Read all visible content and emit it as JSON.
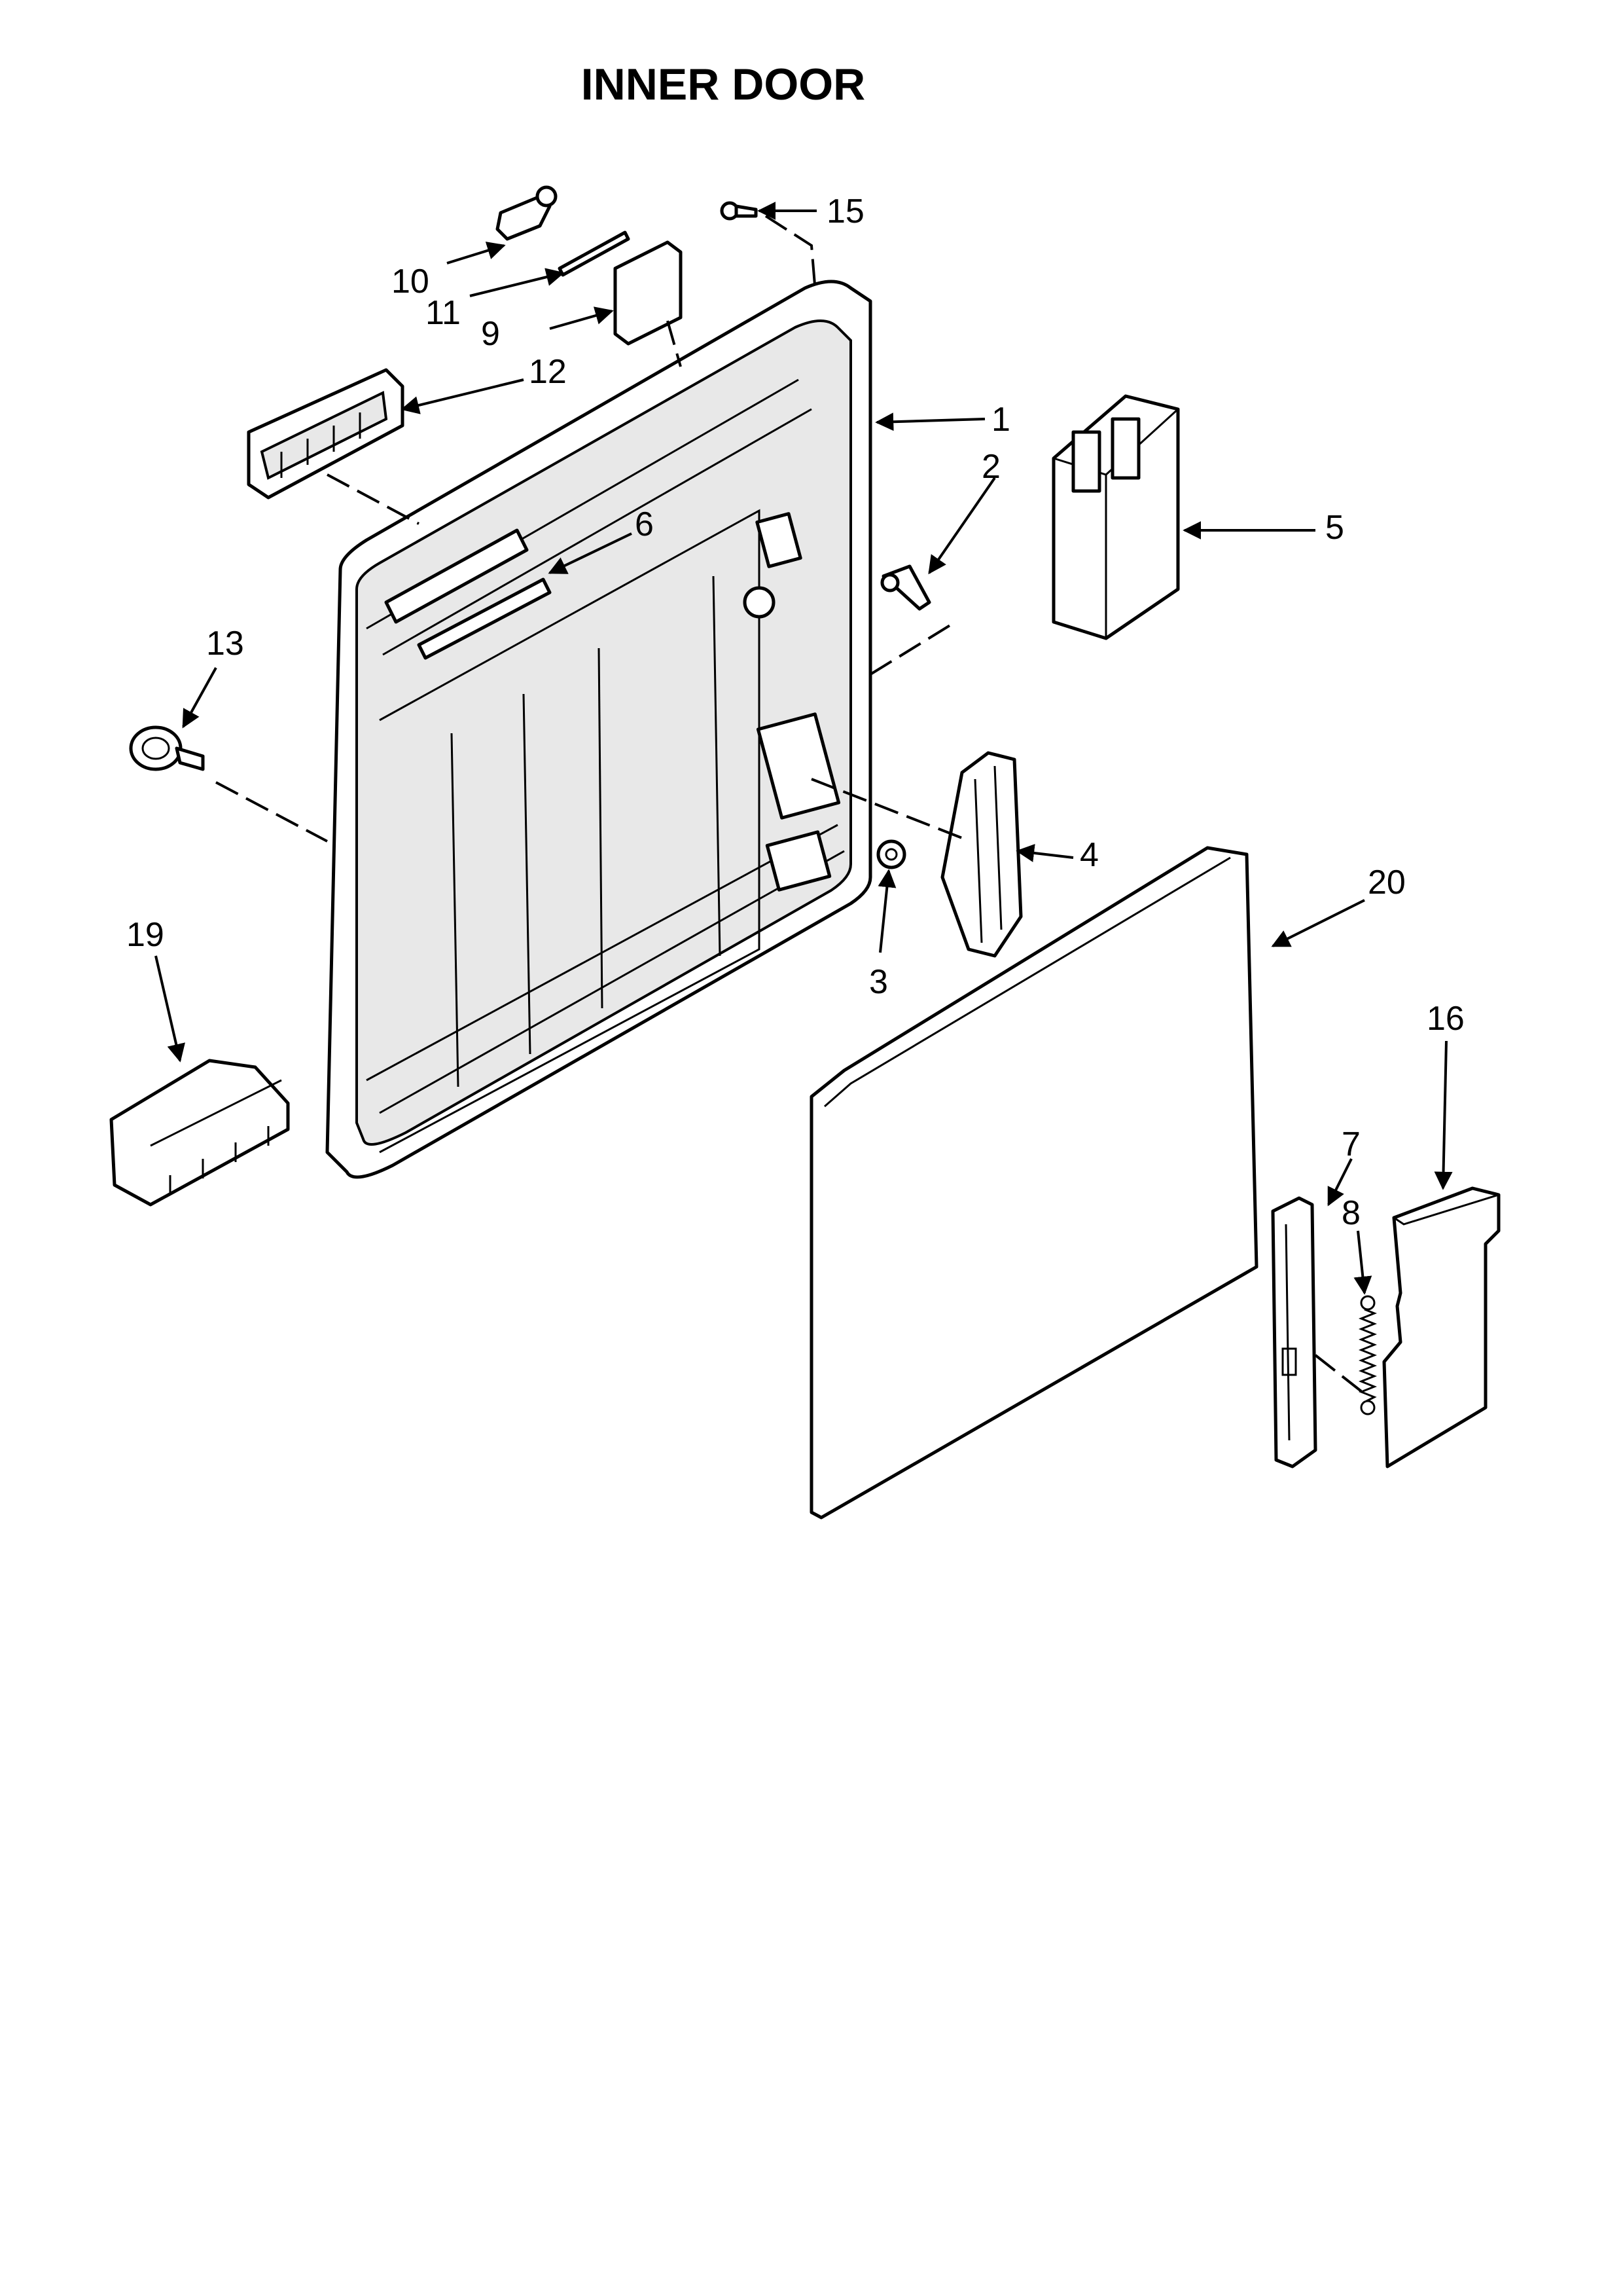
{
  "title": "INNER DOOR",
  "callouts": {
    "p1": "1",
    "p2": "2",
    "p3": "3",
    "p4": "4",
    "p5": "5",
    "p6": "6",
    "p7": "7",
    "p8": "8",
    "p9": "9",
    "p10": "10",
    "p11": "11",
    "p12": "12",
    "p13": "13",
    "p15": "15",
    "p16": "16",
    "p19": "19",
    "p20": "20"
  }
}
